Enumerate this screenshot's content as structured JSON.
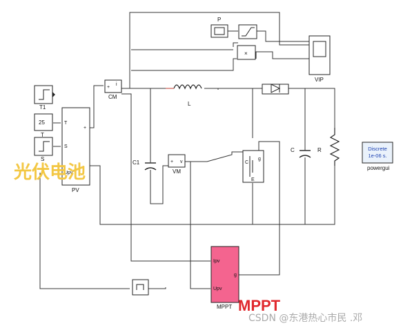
{
  "blocks": {
    "T1": "T1",
    "T_const_value": "25",
    "T": "T",
    "S": "S",
    "PV": "PV",
    "PV_port_T": "T",
    "PV_port_S": "S",
    "PV_port_Upv": "Upv",
    "PV_port_plus": "+",
    "CM": "CM",
    "C1": "C1",
    "L": "L",
    "VM": "VM",
    "P": "P",
    "VIP": "VIP",
    "C": "C",
    "R": "R",
    "MPPT": "MPPT",
    "MPPT_port_Ipv": "Ipv",
    "MPPT_port_Upv": "Upv",
    "MPPT_port_g": "g",
    "powergui": "powergui",
    "powergui_line1": "Discrete",
    "powergui_line2": "1e-06 s.",
    "mosfet_gate": "g",
    "mosfet_C": "C",
    "mosfet_E": "E"
  },
  "overlay": {
    "chinese_label": "光伏电池",
    "mppt_big_label": "MPPT",
    "watermark": "CSDN @东港热心市民 .邓"
  },
  "colors": {
    "mppt_fill": "#f4648f",
    "overlay_yellow": "#f3c744",
    "mppt_text": "#e0282d",
    "powergui_text": "#1a3fb0",
    "port_marker": "#c0392b"
  }
}
